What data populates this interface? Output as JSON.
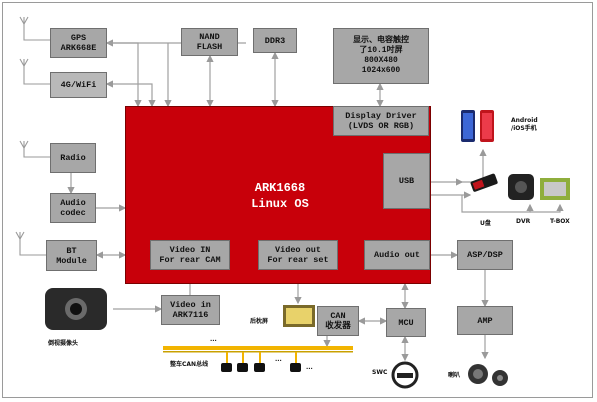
{
  "processor": {
    "name": "ARK1668",
    "os": "Linux OS"
  },
  "blocks": {
    "gps": "GPS\nARK668E",
    "wifi": "4G/WiFi",
    "nand": "NAND\nFLASH",
    "ddr": "DDR3",
    "display": "显示、电容触控\n了10.1吋屏\n800X480\n1024x600",
    "display_driver": "Display Driver\n(LVDS OR RGB)",
    "radio": "Radio",
    "audio_codec": "Audio\ncodec",
    "usb": "USB",
    "bt": "BT\nModule",
    "video_in": "Video IN\nFor rear CAM",
    "video_out": "Video out\nFor rear set",
    "audio_out": "Audio out",
    "asp": "ASP/DSP",
    "video_in_chip": "Video in\nARK7116",
    "can": "CAN\n收发器",
    "mcu": "MCU",
    "amp": "AMP"
  },
  "labels": {
    "phone": "Android\n/iOS手机",
    "udisk": "U盘",
    "dvr": "DVR",
    "tbox": "T-BOX",
    "rear_camera": "倒视摄像头",
    "rear_screen": "后枕屏",
    "can_bus": "整车CAN总线",
    "swc": "SWC",
    "speaker": "喇叭",
    "ellipsis": "..."
  },
  "colors": {
    "cpu": "#c8000a",
    "block": "#a7a7a7",
    "bus": "#f2b400",
    "arrow": "#a0a0a0"
  }
}
